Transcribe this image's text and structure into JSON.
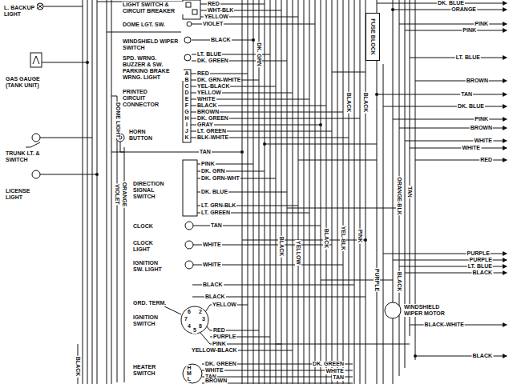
{
  "diagram": {
    "nodes": [
      {
        "text": [
          "FUSE BLOCK"
        ]
      }
    ],
    "labels": [
      "L. BACKUP LIGHT",
      "GAS GAUGE (TANK UNIT)",
      "TRUNK LT. & SWITCH",
      "LICENSE LIGHT",
      "DOME LIGHT",
      "VIOLET",
      "ORANGE",
      "BLACK",
      "LIGHT SWITCH & CIRCUIT BREAKER",
      "DOME LGT. SW.",
      "WINDSHIELD WIPER SWITCH",
      "SPD. WRNG. BUZZER & SW.",
      "PARKING BRAKE WRNG. LIGHT",
      "PRINTED CIRCUIT CONNECTOR",
      "HORN BUTTON",
      "DIRECTION SIGNAL SWITCH",
      "CLOCK",
      "CLOCK LIGHT",
      "IGNITION SW. LIGHT",
      "GRD. TERM.",
      "IGNITION SWITCH",
      "HEATER SWITCH",
      "RED",
      "WHT-BLK",
      "YELLOW",
      "VIOLET",
      "BLACK",
      "LT. BLUE",
      "DK. GREEN",
      "DK. GRN",
      "RED",
      "DK. GRN-WHITE",
      "YEL-BLACK",
      "YELLOW",
      "WHITE",
      "BLACK",
      "BROWN",
      "DK. GREEN",
      "GRAY",
      "LT. GREEN",
      "BLK-WHITE",
      "A",
      "B",
      "C",
      "D",
      "E",
      "F",
      "G",
      "H",
      "I",
      "J",
      "K",
      "TAN",
      "PINK",
      "DK. GRN",
      "DK. GRN-WHT",
      "DK. BLUE",
      "LT. GRN-BLK",
      "LT. GREEN",
      "TAN",
      "WHITE",
      "WHITE",
      "BLACK",
      "BLACK",
      "YELLOW",
      "RED",
      "PURPLE",
      "PINK",
      "YELLOW-BLACK",
      "DK. GREEN",
      "WHITE",
      "TAN",
      "BROWN",
      "6",
      "2",
      "7",
      "3",
      "4",
      "8",
      "5",
      "H",
      "M",
      "L",
      "BLACK",
      "BLACK",
      "BLACK",
      "YEL-BLK",
      "PINK",
      "YELLOW",
      "BLACK",
      "PURPLE",
      "BLACK",
      "TAN",
      "ORANGE-BLK",
      "WINDSHIELD WIPER MOTOR",
      "DK. BLUE",
      "ORANGE",
      "PINK",
      "PINK",
      "LT. BLUE",
      "BROWN",
      "TAN",
      "DK. BLUE",
      "PINK",
      "BROWN",
      "WHITE",
      "WHITE",
      "RED",
      "PURPLE",
      "PURPLE",
      "LT. BLUE",
      "BLACK",
      "BLACK-WHITE",
      "BLACK",
      "DK. GREEN",
      "WHITE",
      "TAN"
    ]
  }
}
